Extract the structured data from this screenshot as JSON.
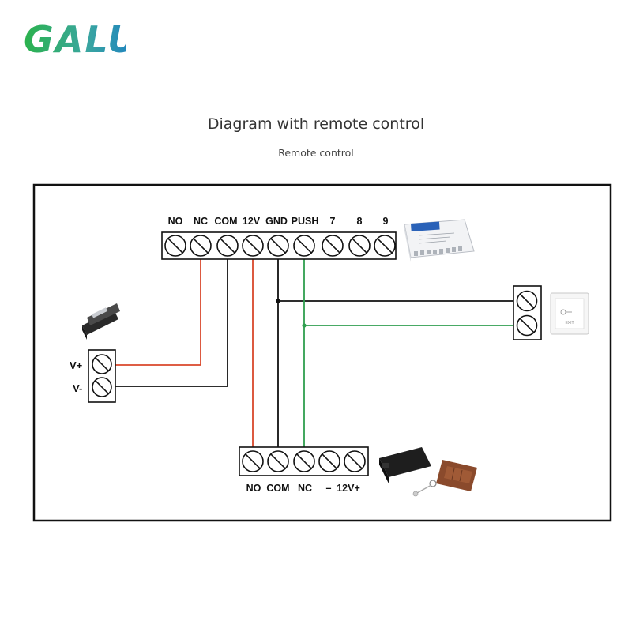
{
  "brand": {
    "logo_text": "GALU"
  },
  "header": {
    "title": "Diagram with remote control",
    "subtitle": "Remote control"
  },
  "controller": {
    "terminals": [
      "NO",
      "NC",
      "COM",
      "12V",
      "GND",
      "PUSH",
      "7",
      "8",
      "9"
    ]
  },
  "lock": {
    "terminals": [
      "V+",
      "V-"
    ]
  },
  "receiver": {
    "terminals": [
      "NO",
      "COM",
      "NC",
      "–",
      "12V+"
    ]
  },
  "exit_button": {
    "label": "EXIT"
  },
  "colors": {
    "red_wire": "#d9472b",
    "black_wire": "#111111",
    "green_wire": "#2f9e4f",
    "logo_green": "#2bb24c",
    "logo_blue": "#1b7fc4"
  }
}
